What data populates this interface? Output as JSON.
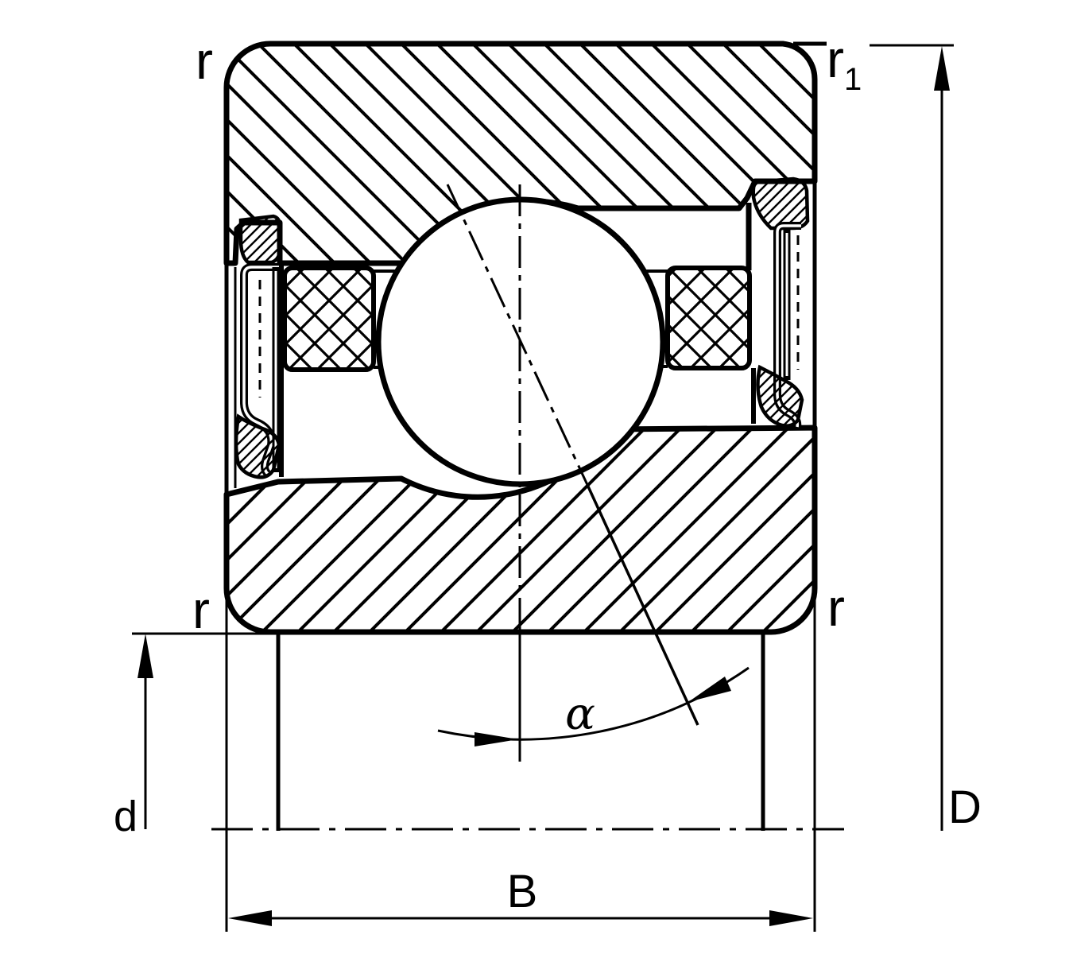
{
  "diagram": {
    "type": "bearing-cross-section-drawing",
    "description": "Sealed single-row angular contact ball bearing section with dimension symbols",
    "colors": {
      "line": "#000000",
      "background": "#ffffff"
    },
    "labels": {
      "corner_radius_top_left": "r",
      "corner_radius_top_right_base": "r",
      "corner_radius_top_right_sub": "1",
      "corner_radius_bottom_left": "r",
      "corner_radius_bottom_right": "r",
      "bore_diameter": "d",
      "outer_diameter": "D",
      "width": "B",
      "contact_angle": "α"
    }
  }
}
